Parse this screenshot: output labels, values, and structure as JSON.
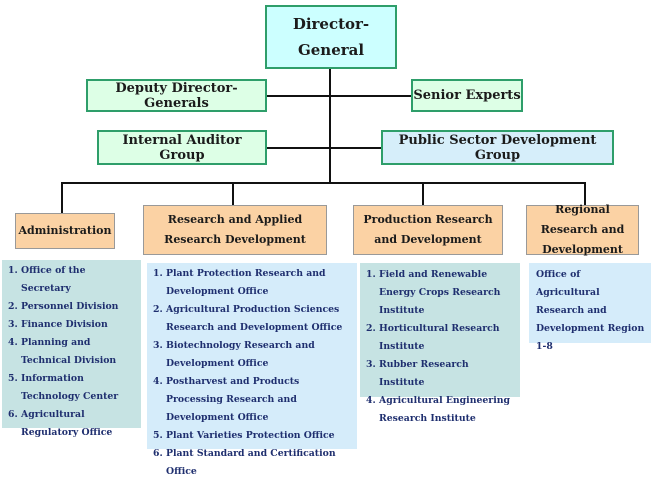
{
  "top": {
    "label": "Director-General"
  },
  "staff_left": [
    "Deputy Director-Generals",
    "Internal Auditor Group"
  ],
  "staff_right": [
    "Senior Experts",
    "Public Sector Development Group"
  ],
  "divisions": [
    {
      "label": "Administration",
      "items": [
        {
          "num": "1.",
          "text": "Office of the Secretary"
        },
        {
          "num": "2.",
          "text": "Personnel Division"
        },
        {
          "num": "3.",
          "text": "Finance Division"
        },
        {
          "num": "4.",
          "text": "Planning and Technical Division"
        },
        {
          "num": "5.",
          "text": "Information Technology Center"
        },
        {
          "num": "6.",
          "text": "Agricultural Regulatory Office"
        }
      ]
    },
    {
      "label": "Research and Applied Research Development",
      "items": [
        {
          "num": "1.",
          "text": "Plant Protection Research and Development Office"
        },
        {
          "num": "2.",
          "text": "Agricultural Production Sciences Research and Development Office"
        },
        {
          "num": "3.",
          "text": "Biotechnology Research and Development Office"
        },
        {
          "num": "4.",
          "text": "Postharvest and Products Processing Research and Development Office"
        },
        {
          "num": "5.",
          "text": "Plant Varieties Protection Office"
        },
        {
          "num": "6.",
          "text": "Plant Standard and Certification Office"
        }
      ]
    },
    {
      "label": "Production Research and Development",
      "items": [
        {
          "num": "1.",
          "text": "Field and Renewable Energy Crops Research Institute"
        },
        {
          "num": "2.",
          "text": "Horticultural Research Institute"
        },
        {
          "num": "3.",
          "text": "Rubber Research Institute"
        },
        {
          "num": "4.",
          "text": "Agricultural Engineering Research Institute"
        }
      ]
    },
    {
      "label": "Regional Research and Development",
      "items": [
        {
          "num": "",
          "text": "Office of Agricultural Research and Development Region 1-8"
        }
      ]
    }
  ]
}
